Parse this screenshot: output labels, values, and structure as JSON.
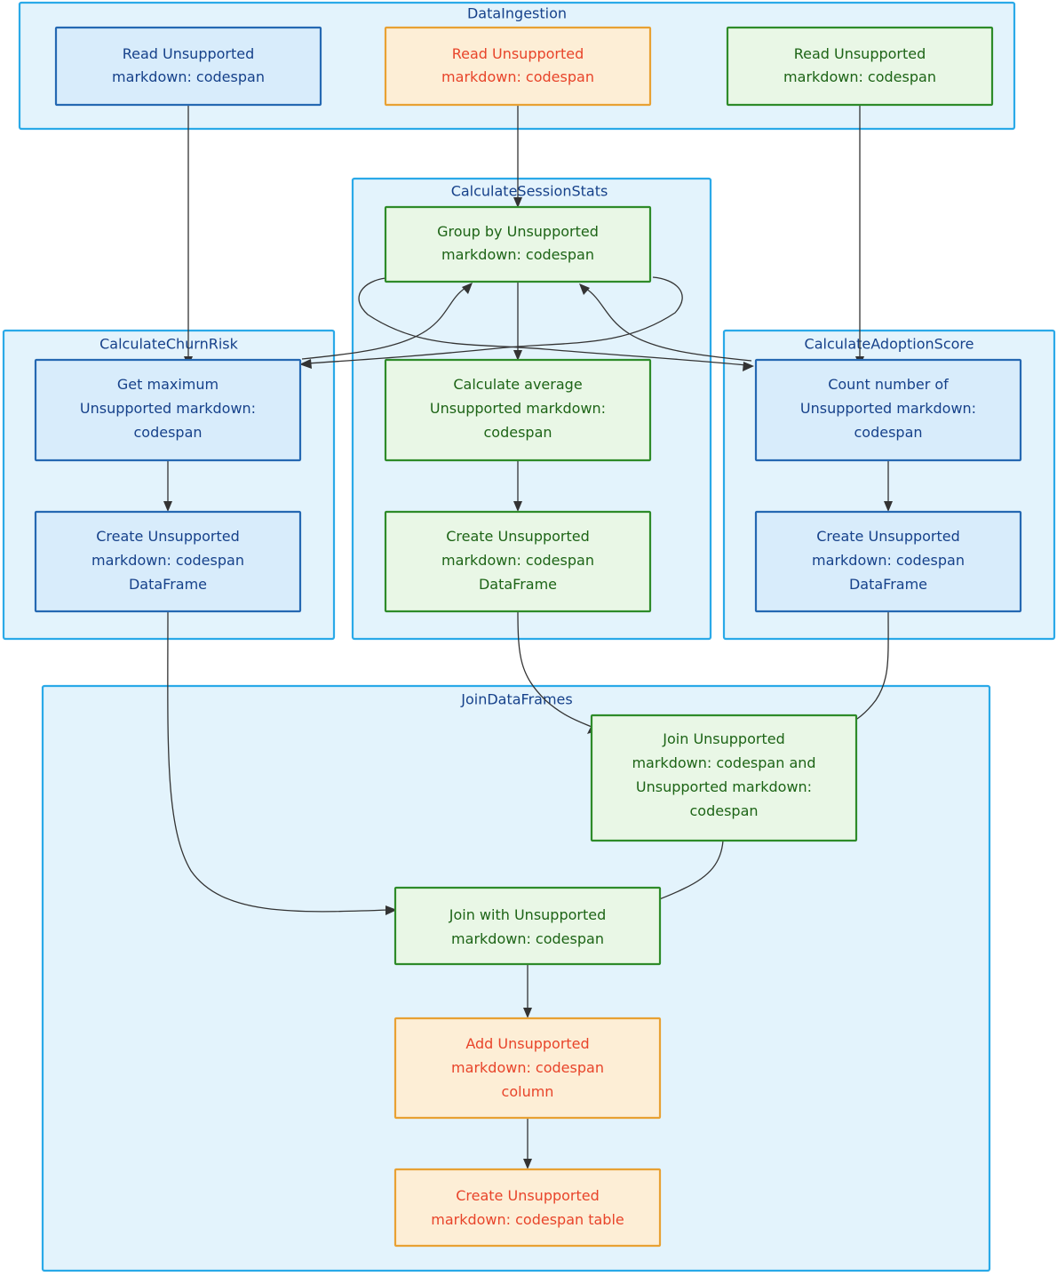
{
  "diagram": {
    "title": "Data pipeline flowchart",
    "type": "flowchart",
    "colors": {
      "cluster_fill": "#e3f3fc",
      "cluster_stroke": "#2aa9e8",
      "blue_fill": "#d8ecfb",
      "blue_stroke": "#2568b2",
      "blue_text": "#16418a",
      "green_fill": "#e9f7e6",
      "green_stroke": "#2e8b29",
      "green_text": "#1d6416",
      "orange_fill": "#fdeed6",
      "orange_stroke": "#e8a133",
      "orange_text": "#e8442a",
      "edge_stroke": "#333333",
      "page_background": "#ffffff"
    },
    "clusters": [
      {
        "id": "data-ingestion",
        "label": "DataIngestion"
      },
      {
        "id": "calculate-session-stats",
        "label": "CalculateSessionStats"
      },
      {
        "id": "calculate-churn-risk",
        "label": "CalculateChurnRisk"
      },
      {
        "id": "calculate-adoption-score",
        "label": "CalculateAdoptionScore"
      },
      {
        "id": "join-dataframes",
        "label": "JoinDataFrames"
      }
    ],
    "nodes": [
      {
        "id": "read-blue",
        "cluster": "data-ingestion",
        "style": "blue",
        "lines": [
          "Read Unsupported",
          "markdown: codespan"
        ]
      },
      {
        "id": "read-orange",
        "cluster": "data-ingestion",
        "style": "orange",
        "lines": [
          "Read Unsupported",
          "markdown: codespan"
        ]
      },
      {
        "id": "read-green",
        "cluster": "data-ingestion",
        "style": "green",
        "lines": [
          "Read Unsupported",
          "markdown: codespan"
        ]
      },
      {
        "id": "group-by",
        "cluster": "calculate-session-stats",
        "style": "green",
        "lines": [
          "Group by Unsupported",
          "markdown: codespan"
        ]
      },
      {
        "id": "calculate-average",
        "cluster": "calculate-session-stats",
        "style": "green",
        "lines": [
          "Calculate average",
          "Unsupported markdown:",
          "codespan"
        ]
      },
      {
        "id": "create-session-dataframe",
        "cluster": "calculate-session-stats",
        "style": "green",
        "lines": [
          "Create Unsupported",
          "markdown: codespan",
          "DataFrame"
        ]
      },
      {
        "id": "get-maximum",
        "cluster": "calculate-churn-risk",
        "style": "blue",
        "lines": [
          "Get maximum",
          "Unsupported markdown:",
          "codespan"
        ]
      },
      {
        "id": "create-churn-dataframe",
        "cluster": "calculate-churn-risk",
        "style": "blue",
        "lines": [
          "Create Unsupported",
          "markdown: codespan",
          "DataFrame"
        ]
      },
      {
        "id": "count-number-of",
        "cluster": "calculate-adoption-score",
        "style": "blue",
        "lines": [
          "Count number of",
          "Unsupported markdown:",
          "codespan"
        ]
      },
      {
        "id": "create-adoption-dataframe",
        "cluster": "calculate-adoption-score",
        "style": "blue",
        "lines": [
          "Create Unsupported",
          "markdown: codespan",
          "DataFrame"
        ]
      },
      {
        "id": "join-two",
        "cluster": "join-dataframes",
        "style": "green",
        "lines": [
          "Join Unsupported",
          "markdown: codespan and",
          "Unsupported markdown:",
          "codespan"
        ]
      },
      {
        "id": "join-with",
        "cluster": "join-dataframes",
        "style": "green",
        "lines": [
          "Join with Unsupported",
          "markdown: codespan"
        ]
      },
      {
        "id": "add-column",
        "cluster": "join-dataframes",
        "style": "orange",
        "lines": [
          "Add Unsupported",
          "markdown: codespan",
          "column"
        ]
      },
      {
        "id": "create-table",
        "cluster": "join-dataframes",
        "style": "orange",
        "lines": [
          "Create Unsupported",
          "markdown: codespan table"
        ]
      }
    ],
    "edges": [
      {
        "from": "read-blue",
        "to": "get-maximum"
      },
      {
        "from": "read-orange",
        "to": "group-by"
      },
      {
        "from": "read-green",
        "to": "count-number-of"
      },
      {
        "from": "group-by",
        "to": "calculate-average"
      },
      {
        "from": "group-by",
        "to": "get-maximum"
      },
      {
        "from": "group-by",
        "to": "count-number-of"
      },
      {
        "from": "get-maximum",
        "to": "create-churn-dataframe"
      },
      {
        "from": "calculate-average",
        "to": "create-session-dataframe"
      },
      {
        "from": "count-number-of",
        "to": "create-adoption-dataframe"
      },
      {
        "from": "create-session-dataframe",
        "to": "join-two"
      },
      {
        "from": "create-adoption-dataframe",
        "to": "join-two"
      },
      {
        "from": "create-churn-dataframe",
        "to": "join-with"
      },
      {
        "from": "join-two",
        "to": "join-with"
      },
      {
        "from": "join-with",
        "to": "add-column"
      },
      {
        "from": "add-column",
        "to": "create-table"
      }
    ]
  }
}
